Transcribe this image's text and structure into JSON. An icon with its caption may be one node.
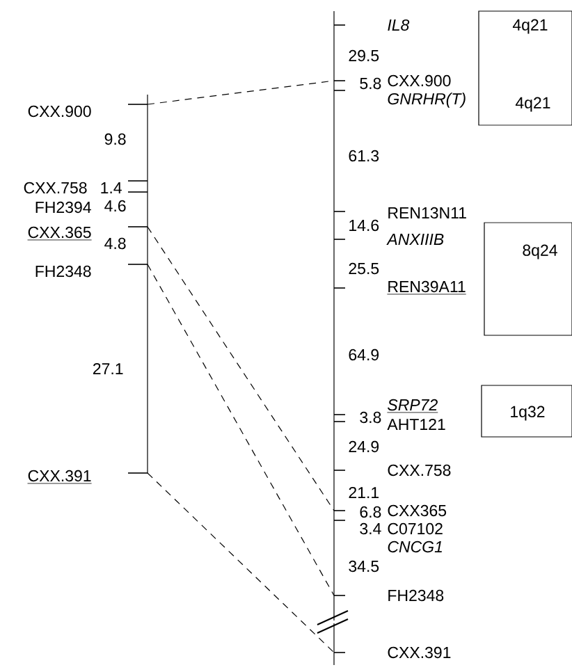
{
  "diagram": {
    "nodes": [
      {
        "text": [
          "CXX.900"
        ]
      },
      {
        "text": [
          "CXX.758"
        ]
      },
      {
        "text": [
          "FH2394"
        ]
      },
      {
        "text": [
          "CXX.365"
        ]
      },
      {
        "text": [
          "FH2348"
        ]
      },
      {
        "text": [
          "CXX.391"
        ]
      },
      {
        "text": [
          "IL8"
        ]
      },
      {
        "text": [
          "CXX.900"
        ]
      },
      {
        "text": [
          "GNRHR(T)"
        ]
      },
      {
        "text": [
          "REN13N11"
        ]
      },
      {
        "text": [
          "ANXIIIB"
        ]
      },
      {
        "text": [
          "REN39A11"
        ]
      },
      {
        "text": [
          "SRP72"
        ]
      },
      {
        "text": [
          "AHT121"
        ]
      },
      {
        "text": [
          "CXX.758"
        ]
      },
      {
        "text": [
          "CXX365"
        ]
      },
      {
        "text": [
          "C07102"
        ]
      },
      {
        "text": [
          "CNCG1"
        ]
      },
      {
        "text": [
          "FH2348"
        ]
      },
      {
        "text": [
          "CXX.391"
        ]
      },
      {
        "text": [
          "4q21",
          "4q21"
        ]
      },
      {
        "text": [
          "8q24"
        ]
      },
      {
        "text": [
          "1q32"
        ]
      }
    ],
    "edges": [
      {
        "from": 0,
        "to": 7,
        "arrow": "none",
        "style": "dashed"
      },
      {
        "from": 3,
        "to": 15,
        "arrow": "none",
        "style": "dashed"
      },
      {
        "from": 4,
        "to": 18,
        "arrow": "none",
        "style": "dashed"
      },
      {
        "from": 5,
        "to": 19,
        "arrow": "none",
        "style": "dashed"
      }
    ],
    "labels": [
      "29.5",
      "5.8",
      "9.8",
      "61.3",
      "1.4",
      "4.6",
      "4.8",
      "14.6",
      "25.5",
      "27.1",
      "64.9",
      "3.8",
      "24.9",
      "21.1",
      "6.8",
      "3.4",
      "34.5"
    ]
  }
}
